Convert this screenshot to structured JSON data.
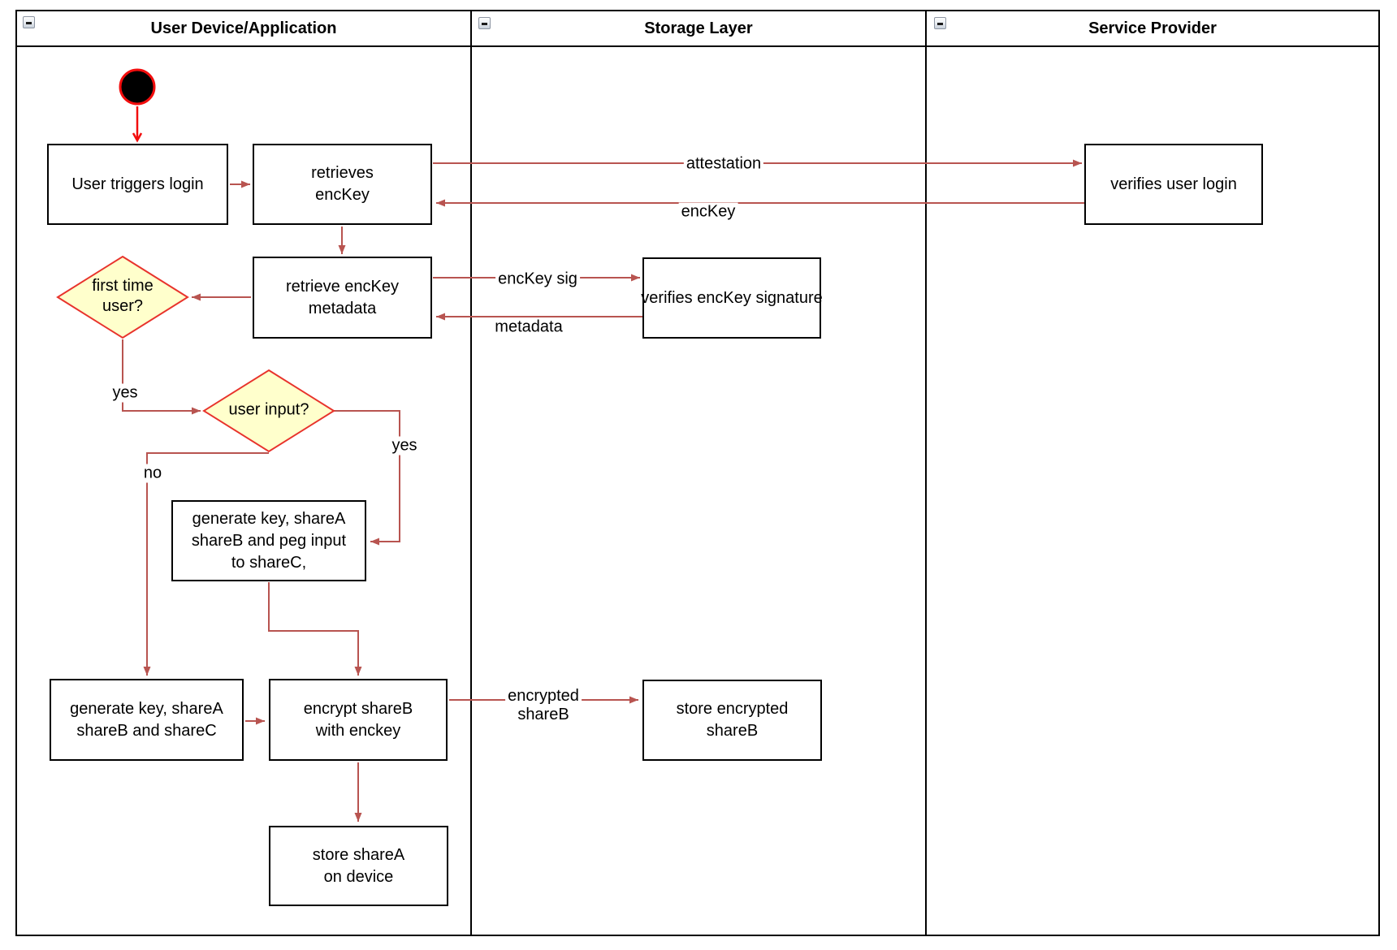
{
  "lanes": [
    {
      "title": "User Device/Application"
    },
    {
      "title": "Storage Layer"
    },
    {
      "title": "Service Provider"
    }
  ],
  "nodes": {
    "user_triggers_login": "User triggers login",
    "retrieves_enckey": "retrieves\nencKey",
    "verifies_user_login": "verifies user login",
    "retrieve_enckey_metadata": "retrieve encKey\nmetadata",
    "verifies_enckey_signature": "verifies encKey signature",
    "first_time_user": "first time\nuser?",
    "user_input": "user input?",
    "generate_key_peg": "generate key, shareA\nshareB and peg input\nto shareC,",
    "generate_key_abc": "generate key, shareA\nshareB and shareC",
    "encrypt_shareb": "encrypt shareB\nwith enckey",
    "store_encrypted_shareb": "store encrypted\nshareB",
    "store_sharea": "store shareA\non device"
  },
  "edges": {
    "attestation": "attestation",
    "enckey": "encKey",
    "enckey_sig": "encKey sig",
    "metadata": "metadata",
    "first_time_yes": "yes",
    "user_input_yes": "yes",
    "user_input_no": "no",
    "encrypted_shareb": "encrypted\nshareB"
  },
  "colors": {
    "edge": "#b85450",
    "start_accent": "#f20d0d",
    "diamond_fill": "#ffffcc",
    "diamond_stroke": "#e8332c",
    "shape_stroke": "#000000"
  }
}
